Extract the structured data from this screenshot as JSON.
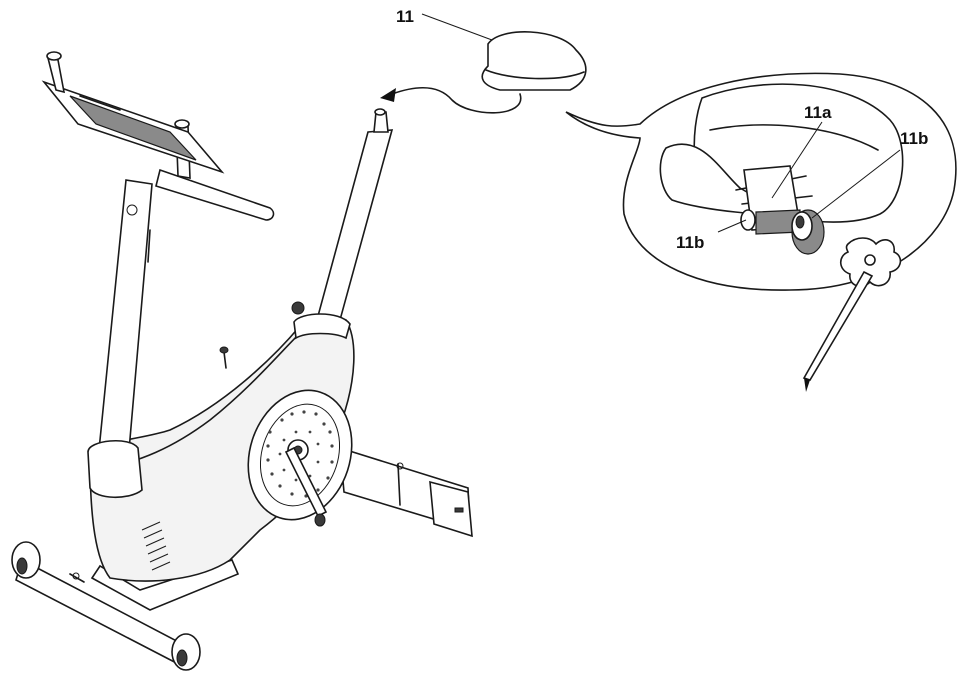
{
  "diagram": {
    "callouts": {
      "seat": "11",
      "clamp": "11a",
      "nut_right": "11b",
      "nut_left": "11b"
    }
  }
}
